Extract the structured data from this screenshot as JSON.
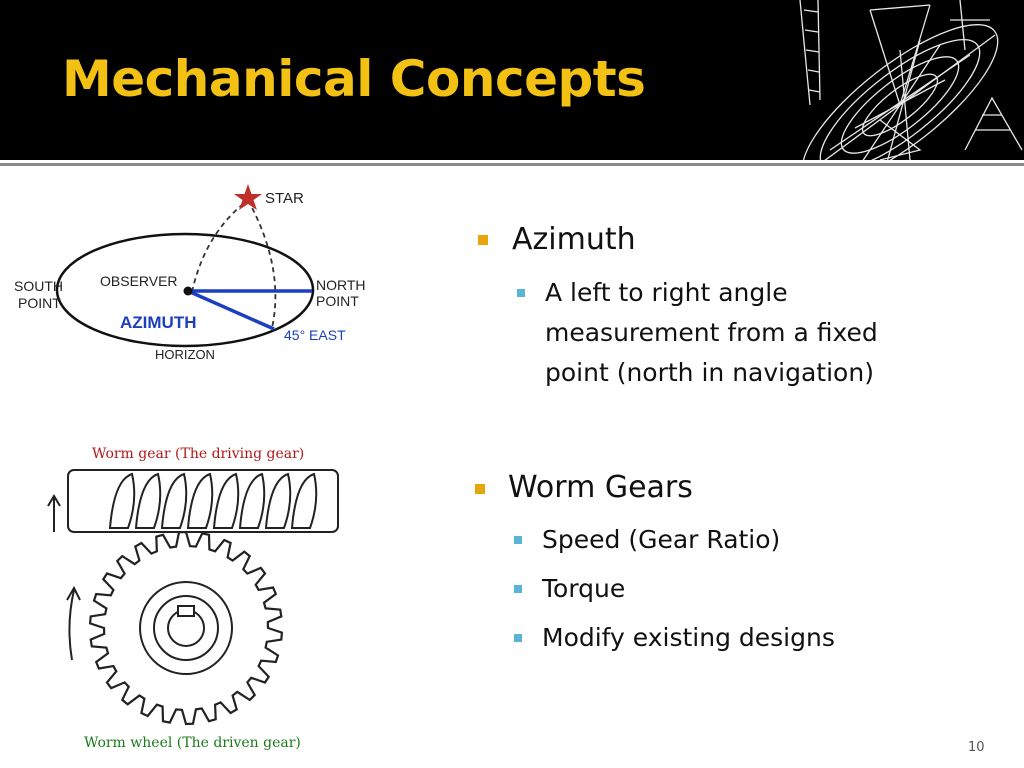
{
  "slide": {
    "title": "Mechanical Concepts",
    "number": "10"
  },
  "azimuth_diagram": {
    "star_label": "STAR",
    "south_label_1": "SOUTH",
    "south_label_2": "POINT",
    "observer_label": "OBSERVER",
    "north_label_1": "NORTH",
    "north_label_2": "POINT",
    "azimuth_label": "AZIMUTH",
    "east_label": "45° EAST",
    "horizon_label": "HORIZON"
  },
  "worm_diagram": {
    "driving_label": "Worm gear (The driving gear)",
    "driven_label": "Worm wheel (The driven gear)"
  },
  "bullets": {
    "azimuth": {
      "heading": "Azimuth",
      "lines": [
        "A left to right angle",
        "measurement from a fixed",
        "point (north in navigation)"
      ]
    },
    "worm": {
      "heading": "Worm Gears",
      "items": [
        "Speed (Gear Ratio)",
        "Torque",
        "Modify existing designs"
      ]
    }
  },
  "colors": {
    "title": "#f2c113",
    "header_bg": "#000000",
    "bullet_primary": "#e8a60d",
    "bullet_secondary": "#5ab4d6",
    "azimuth_blue": "#1c3fbf",
    "star_red": "#c0302a",
    "label_red": "#b01818",
    "label_green": "#1a7a1a"
  },
  "icons": [
    "satellite-dish-icon",
    "star-icon",
    "rotation-arrow-icon"
  ]
}
